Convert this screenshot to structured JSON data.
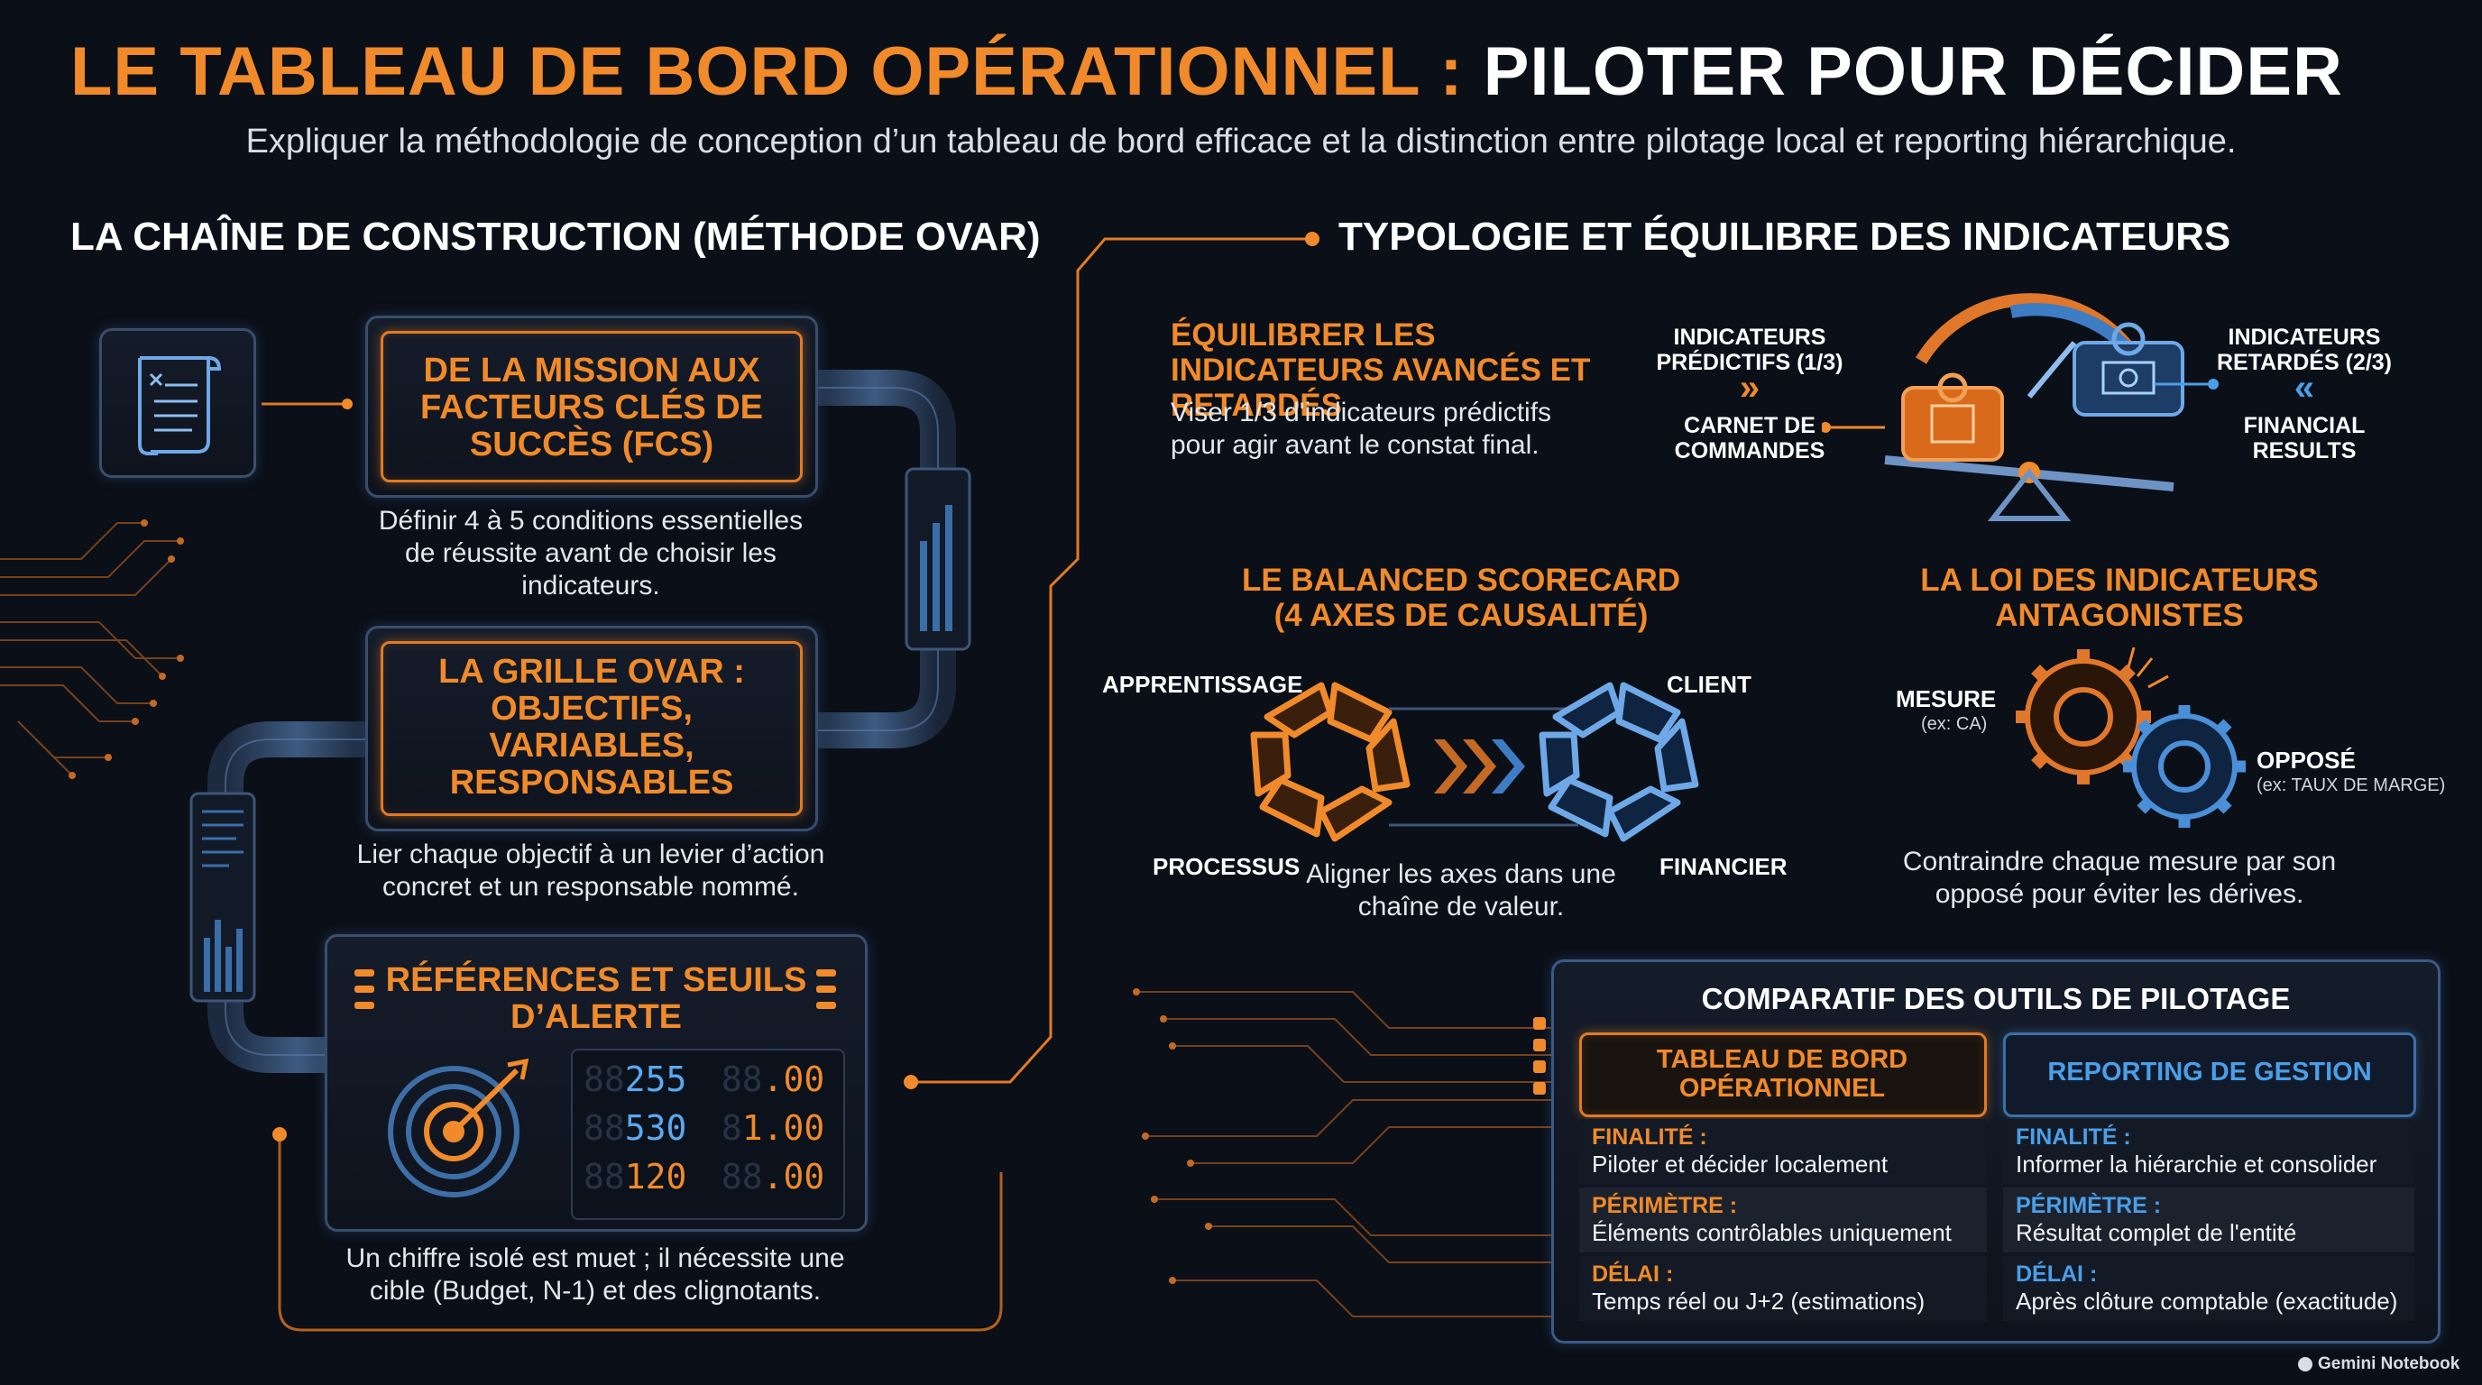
{
  "header": {
    "title_orange": "LE TABLEAU DE BORD OPÉRATIONNEL :",
    "title_white": "PILOTER POUR DÉCIDER",
    "subtitle": "Expliquer la méthodologie de conception d’un tableau de bord efficace et la distinction entre pilotage local et reporting hiérarchique."
  },
  "left": {
    "heading": "LA CHAÎNE DE CONSTRUCTION (MÉTHODE OVAR)",
    "step1": {
      "title": "DE LA MISSION AUX FACTEURS CLÉS DE SUCCÈS (FCS)",
      "text": "Définir 4 à 5 conditions essentielles de réussite avant de choisir les indicateurs."
    },
    "step2": {
      "title": "LA GRILLE OVAR : OBJECTIFS, VARIABLES, RESPONSABLES",
      "text": "Lier chaque objectif à un levier d’action concret et un responsable nommé."
    },
    "step3": {
      "title": "RÉFÉRENCES ET SEUILS D’ALERTE",
      "readouts": [
        {
          "value": "255",
          "value_ghost": "88",
          "ref": ".00",
          "ref_ghost": "88"
        },
        {
          "value": "530",
          "value_ghost": "88",
          "ref": "1.00",
          "ref_ghost": "8"
        },
        {
          "value": "120",
          "value_ghost": "88",
          "ref": ".00",
          "ref_ghost": "88"
        }
      ],
      "text": "Un chiffre isolé est muet ; il nécessite une cible (Budget, N-1) et des clignotants."
    }
  },
  "right": {
    "heading": "TYPOLOGIE ET ÉQUILIBRE DES INDICATEURS",
    "balance": {
      "title": "ÉQUILIBRER LES INDICATEURS AVANCÉS ET RETARDÉS",
      "text": "Viser 1/3 d'indicateurs prédictifs pour agir avant le constat final.",
      "left_label": "INDICATEURS PRÉDICTIFS (1/3)",
      "left_arrow": "»",
      "left_example": "CARNET DE COMMANDES",
      "right_label": "INDICATEURS RETARDÉS (2/3)",
      "right_arrow": "«",
      "right_example": "FINANCIAL RESULTS"
    },
    "bsc": {
      "title": "LE BALANCED SCORECARD (4 AXES DE CAUSALITÉ)",
      "axis_tl": "APPRENTISSAGE",
      "axis_bl": "PROCESSUS",
      "axis_tr": "CLIENT",
      "axis_br": "FINANCIER",
      "text": "Aligner les axes dans une chaîne de valeur."
    },
    "antagonist": {
      "title": "LA LOI DES INDICATEURS ANTAGONISTES",
      "measure": "MESURE",
      "measure_ex": "(ex: CA)",
      "opposite": "OPPOSÉ",
      "opposite_ex": "(ex: TAUX DE MARGE)",
      "text": "Contraindre chaque mesure par son opposé pour éviter les dérives."
    },
    "compare": {
      "title": "COMPARATIF DES OUTILS DE PILOTAGE",
      "col_a": {
        "title": "TABLEAU DE BORD OPÉRATIONNEL",
        "rows": [
          {
            "k": "FINALITÉ :",
            "v": "Piloter et décider localement"
          },
          {
            "k": "PÉRIMÈTRE :",
            "v": "Éléments contrôlables uniquement"
          },
          {
            "k": "DÉLAI :",
            "v": "Temps réel ou J+2 (estimations)"
          }
        ]
      },
      "col_b": {
        "title": "REPORTING DE GESTION",
        "rows": [
          {
            "k": "FINALITÉ :",
            "v": "Informer la hiérarchie et consolider"
          },
          {
            "k": "PÉRIMÈTRE :",
            "v": "Résultat complet de l'entité"
          },
          {
            "k": "DÉLAI :",
            "v": "Après clôture comptable (exactitude)"
          }
        ]
      }
    }
  },
  "footer": {
    "brand": "Gemini Notebook"
  },
  "colors": {
    "accent_orange": "#f08a2a",
    "accent_blue": "#4a9fe8",
    "background": "#0b0f18"
  }
}
